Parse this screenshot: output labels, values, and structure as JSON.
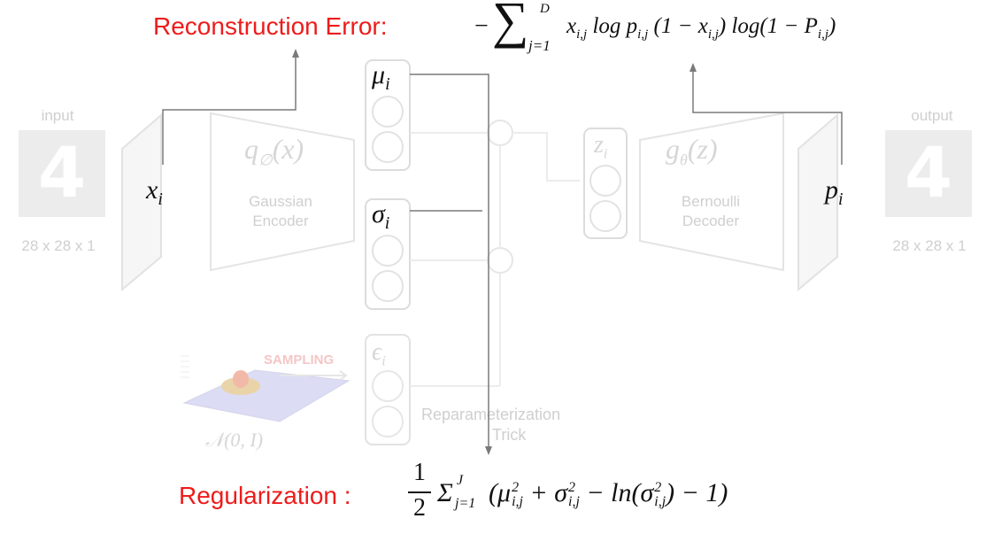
{
  "reconstruction": {
    "label": "Reconstruction Error:",
    "minus": "−",
    "sigma": "∑",
    "upper": "D",
    "lower": "j=1",
    "body": "x",
    "body_sub": "i,j",
    "log1": " log ",
    "p": "p",
    "p_sub": "i,j",
    "paren1": " (1 − ",
    "x2": "x",
    "x2_sub": "i,j",
    "paren2": ") log(1 − ",
    "P": "P",
    "P_sub": "i,j",
    "close": ")"
  },
  "regularization": {
    "label": "Regularization :",
    "frac_num": "1",
    "frac_den": "2",
    "sigma": "Σ",
    "sup": "J",
    "sub": "j=1",
    "open": "(μ",
    "mu_sup": "2",
    "mu_sub": "i,j",
    "plus": " + σ",
    "s_sup": "2",
    "s_sub": "i,j",
    "minus_ln": " − ln(σ",
    "ln_sup": "2",
    "ln_sub": "i,j",
    "tail": ") − 1)"
  },
  "labels": {
    "input": "input",
    "output": "output",
    "in_dims": "28 x 28 x 1",
    "out_dims": "28 x 28 x 1",
    "x_i": "x",
    "x_sub": "i",
    "p_i": "p",
    "p_sub": "i",
    "mu": "μ",
    "mu_sub": "i",
    "sigma": "σ",
    "sigma_sub": "i",
    "epsilon": "ϵ",
    "eps_sub": "i",
    "z": "z",
    "z_sub": "i",
    "encoder_fn": "q",
    "encoder_sub": "∅",
    "encoder_arg": "(x)",
    "encoder_name1": "Gaussian",
    "encoder_name2": "Encoder",
    "decoder_fn": "g",
    "decoder_sub": "θ",
    "decoder_arg": "(z)",
    "decoder_name1": "Bernoulli",
    "decoder_name2": "Decoder",
    "sampling": "SAMPLING",
    "normal": "𝒩(0, I)",
    "reparam1": "Reparameterization",
    "reparam2": "Trick",
    "digit": "4"
  },
  "colors": {
    "accent_red": "#ee1b1b",
    "faint": "#d6d6d6",
    "line": "#7a7a7a"
  }
}
